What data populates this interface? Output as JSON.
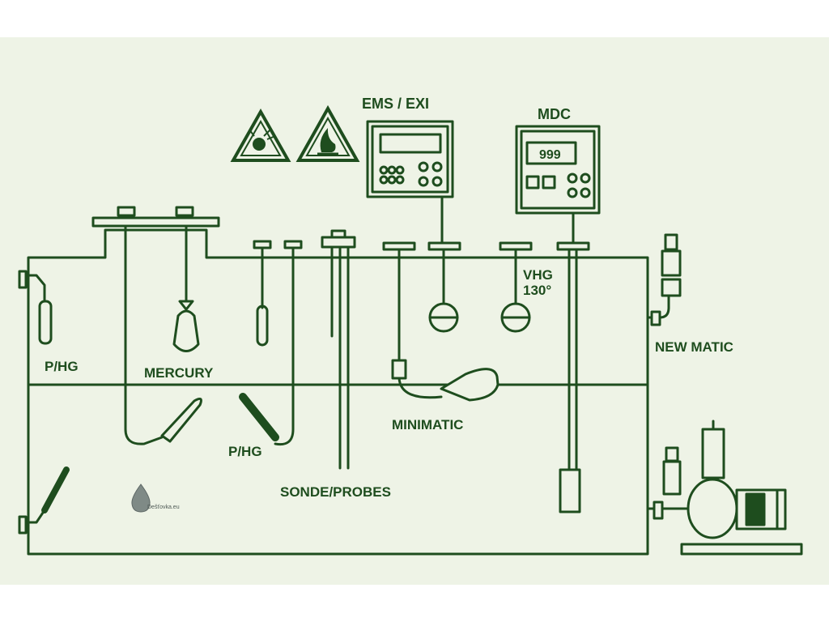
{
  "labels": {
    "ems_exi": "EMS / EXI",
    "mdc": "MDC",
    "mdc_display": "999",
    "p_hg_left": "P/HG",
    "mercury": "MERCURY",
    "p_hg_bottom": "P/HG",
    "sonde_probes": "SONDE/PROBES",
    "minimatic": "MINIMATIC",
    "vhg_line1": "VHG",
    "vhg_line2": "130°",
    "new_matic": "NEW MATIC",
    "watermark": "Dešťovka.eu"
  },
  "colors": {
    "ink": "#1e4d1e",
    "paper": "#eef3e6"
  },
  "icons": [
    "explosive-warning-icon",
    "flammable-warning-icon",
    "water-drop-icon"
  ]
}
